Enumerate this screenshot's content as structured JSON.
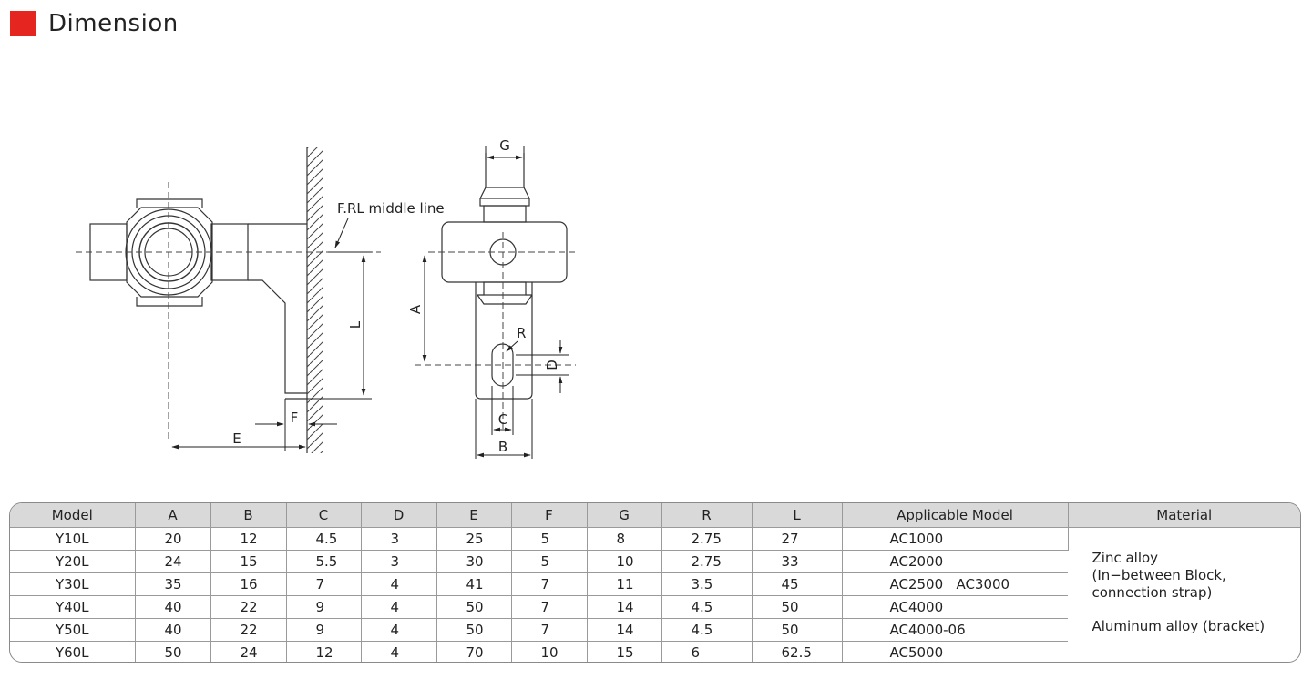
{
  "header": {
    "title": "Dimension",
    "marker_color": "#e5251f"
  },
  "drawing": {
    "label_middle_line": "F.RL middle line",
    "dim_labels": {
      "L": "L",
      "E": "E",
      "F": "F",
      "G": "G",
      "A": "A",
      "R": "R",
      "D": "D",
      "C": "C",
      "B": "B"
    }
  },
  "table": {
    "headers": [
      "Model",
      "A",
      "B",
      "C",
      "D",
      "E",
      "F",
      "G",
      "R",
      "L",
      "Applicable Model",
      "Material"
    ],
    "rows": [
      [
        "Y10L",
        "20",
        "12",
        "4.5",
        "3",
        "25",
        "5",
        "8",
        "2.75",
        "27",
        "AC1000"
      ],
      [
        "Y20L",
        "24",
        "15",
        "5.5",
        "3",
        "30",
        "5",
        "10",
        "2.75",
        "33",
        "AC2000"
      ],
      [
        "Y30L",
        "35",
        "16",
        "7",
        "4",
        "41",
        "7",
        "11",
        "3.5",
        "45",
        "AC2500   AC3000"
      ],
      [
        "Y40L",
        "40",
        "22",
        "9",
        "4",
        "50",
        "7",
        "14",
        "4.5",
        "50",
        "AC4000"
      ],
      [
        "Y50L",
        "40",
        "22",
        "9",
        "4",
        "50",
        "7",
        "14",
        "4.5",
        "50",
        "AC4000-06"
      ],
      [
        "Y60L",
        "50",
        "24",
        "12",
        "4",
        "70",
        "10",
        "15",
        "6",
        "62.5",
        "AC5000"
      ]
    ],
    "material": {
      "zinc_line1": "Zinc alloy",
      "zinc_line2": "(In−between Block,",
      "zinc_line3": "connection strap)",
      "aluminum": "Aluminum alloy (bracket)"
    }
  }
}
